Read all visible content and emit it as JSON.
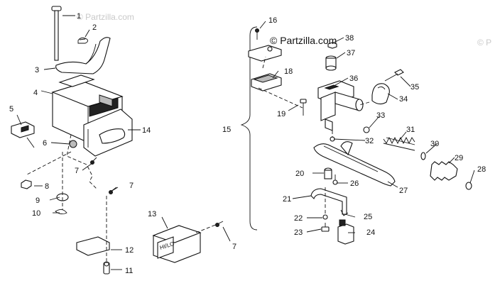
{
  "watermark": {
    "brand": "© Partzilla.com",
    "faded_left": "© Partzilla.com",
    "faded_right": "© P"
  },
  "switch_face_text": "HI/LO",
  "callouts": {
    "c1": "1",
    "c2": "2",
    "c3": "3",
    "c4": "4",
    "c5": "5",
    "c6": "6",
    "c7a": "7",
    "c7b": "7",
    "c7c": "7",
    "c8": "8",
    "c9": "9",
    "c10": "10",
    "c11": "11",
    "c12": "12",
    "c13": "13",
    "c14": "14",
    "c15": "15",
    "c16": "16",
    "c18": "18",
    "c19": "19",
    "c20": "20",
    "c21": "21",
    "c22": "22",
    "c23": "23",
    "c24": "24",
    "c25": "25",
    "c26": "26",
    "c27": "27",
    "c28": "28",
    "c29": "29",
    "c30": "30",
    "c31": "31",
    "c32": "32",
    "c33": "33",
    "c34": "34",
    "c35": "35",
    "c36": "36",
    "c37": "37",
    "c38": "38"
  }
}
